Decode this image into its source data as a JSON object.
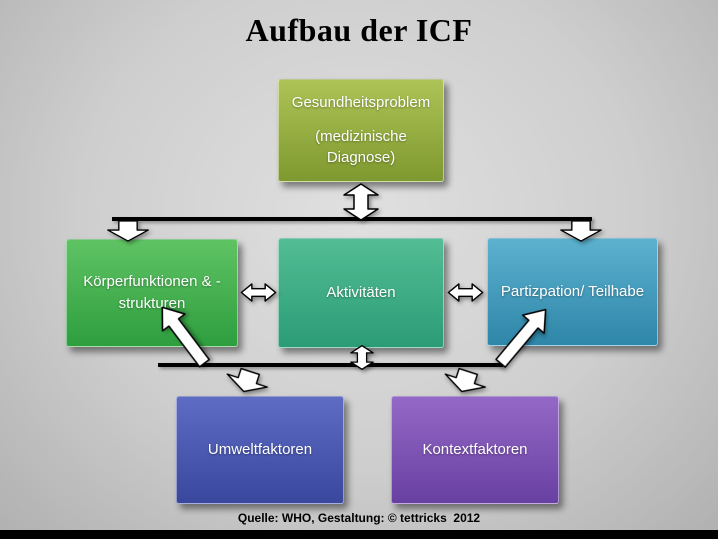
{
  "title": "Aufbau der ICF",
  "caption": "Quelle: WHO, Gestaltung: © tettricks  2012",
  "boxes": {
    "health_problem": {
      "line1": "Gesundheitsproblem",
      "line2": "(medizinische Diagnose)",
      "color_top": "#aec356",
      "color_base": "#7e992f"
    },
    "body_functions": {
      "label": "Körperfunktionen & - strukturen",
      "color_top": "#5fc364",
      "color_base": "#2e9e3e"
    },
    "activities": {
      "label": "Aktivitäten",
      "color_top": "#53bd95",
      "color_base": "#2b9c76"
    },
    "participation": {
      "label": "Partizpation/ Teilhabe",
      "color_top": "#5cb1cf",
      "color_base": "#2e86a8"
    },
    "environment": {
      "label": "Umweltfaktoren",
      "color_top": "#5e6cc4",
      "color_base": "#39479d"
    },
    "context": {
      "label": "Kontextfaktoren",
      "color_top": "#9468c6",
      "color_base": "#6840a2"
    }
  },
  "colors": {
    "arrow_fill": "#ffffff",
    "arrow_stroke": "#000000",
    "connector_line": "#000000",
    "bottom_bar": "#000000"
  }
}
